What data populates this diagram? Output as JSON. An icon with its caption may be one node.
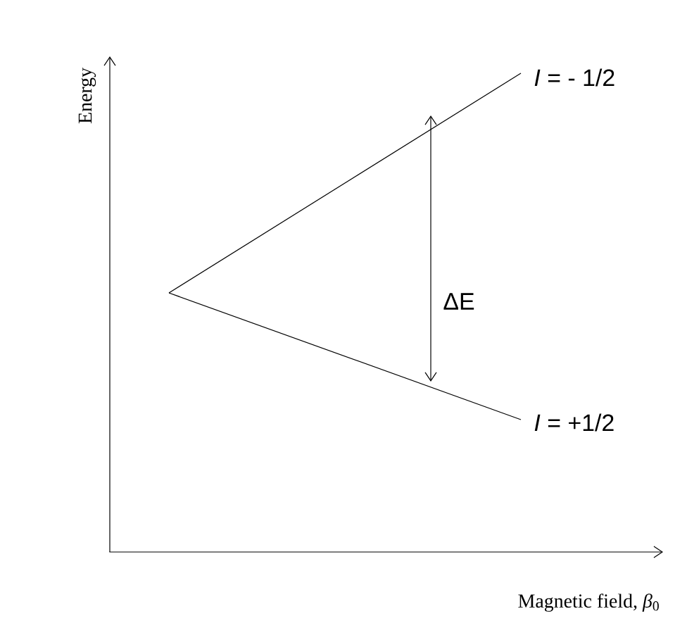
{
  "diagram": {
    "labels": [
      "Energy",
      "*I* = - 1/2",
      "ΔE",
      "*I* = +1/2",
      "Magnetic field, *β*$_{0}$"
    ]
  }
}
